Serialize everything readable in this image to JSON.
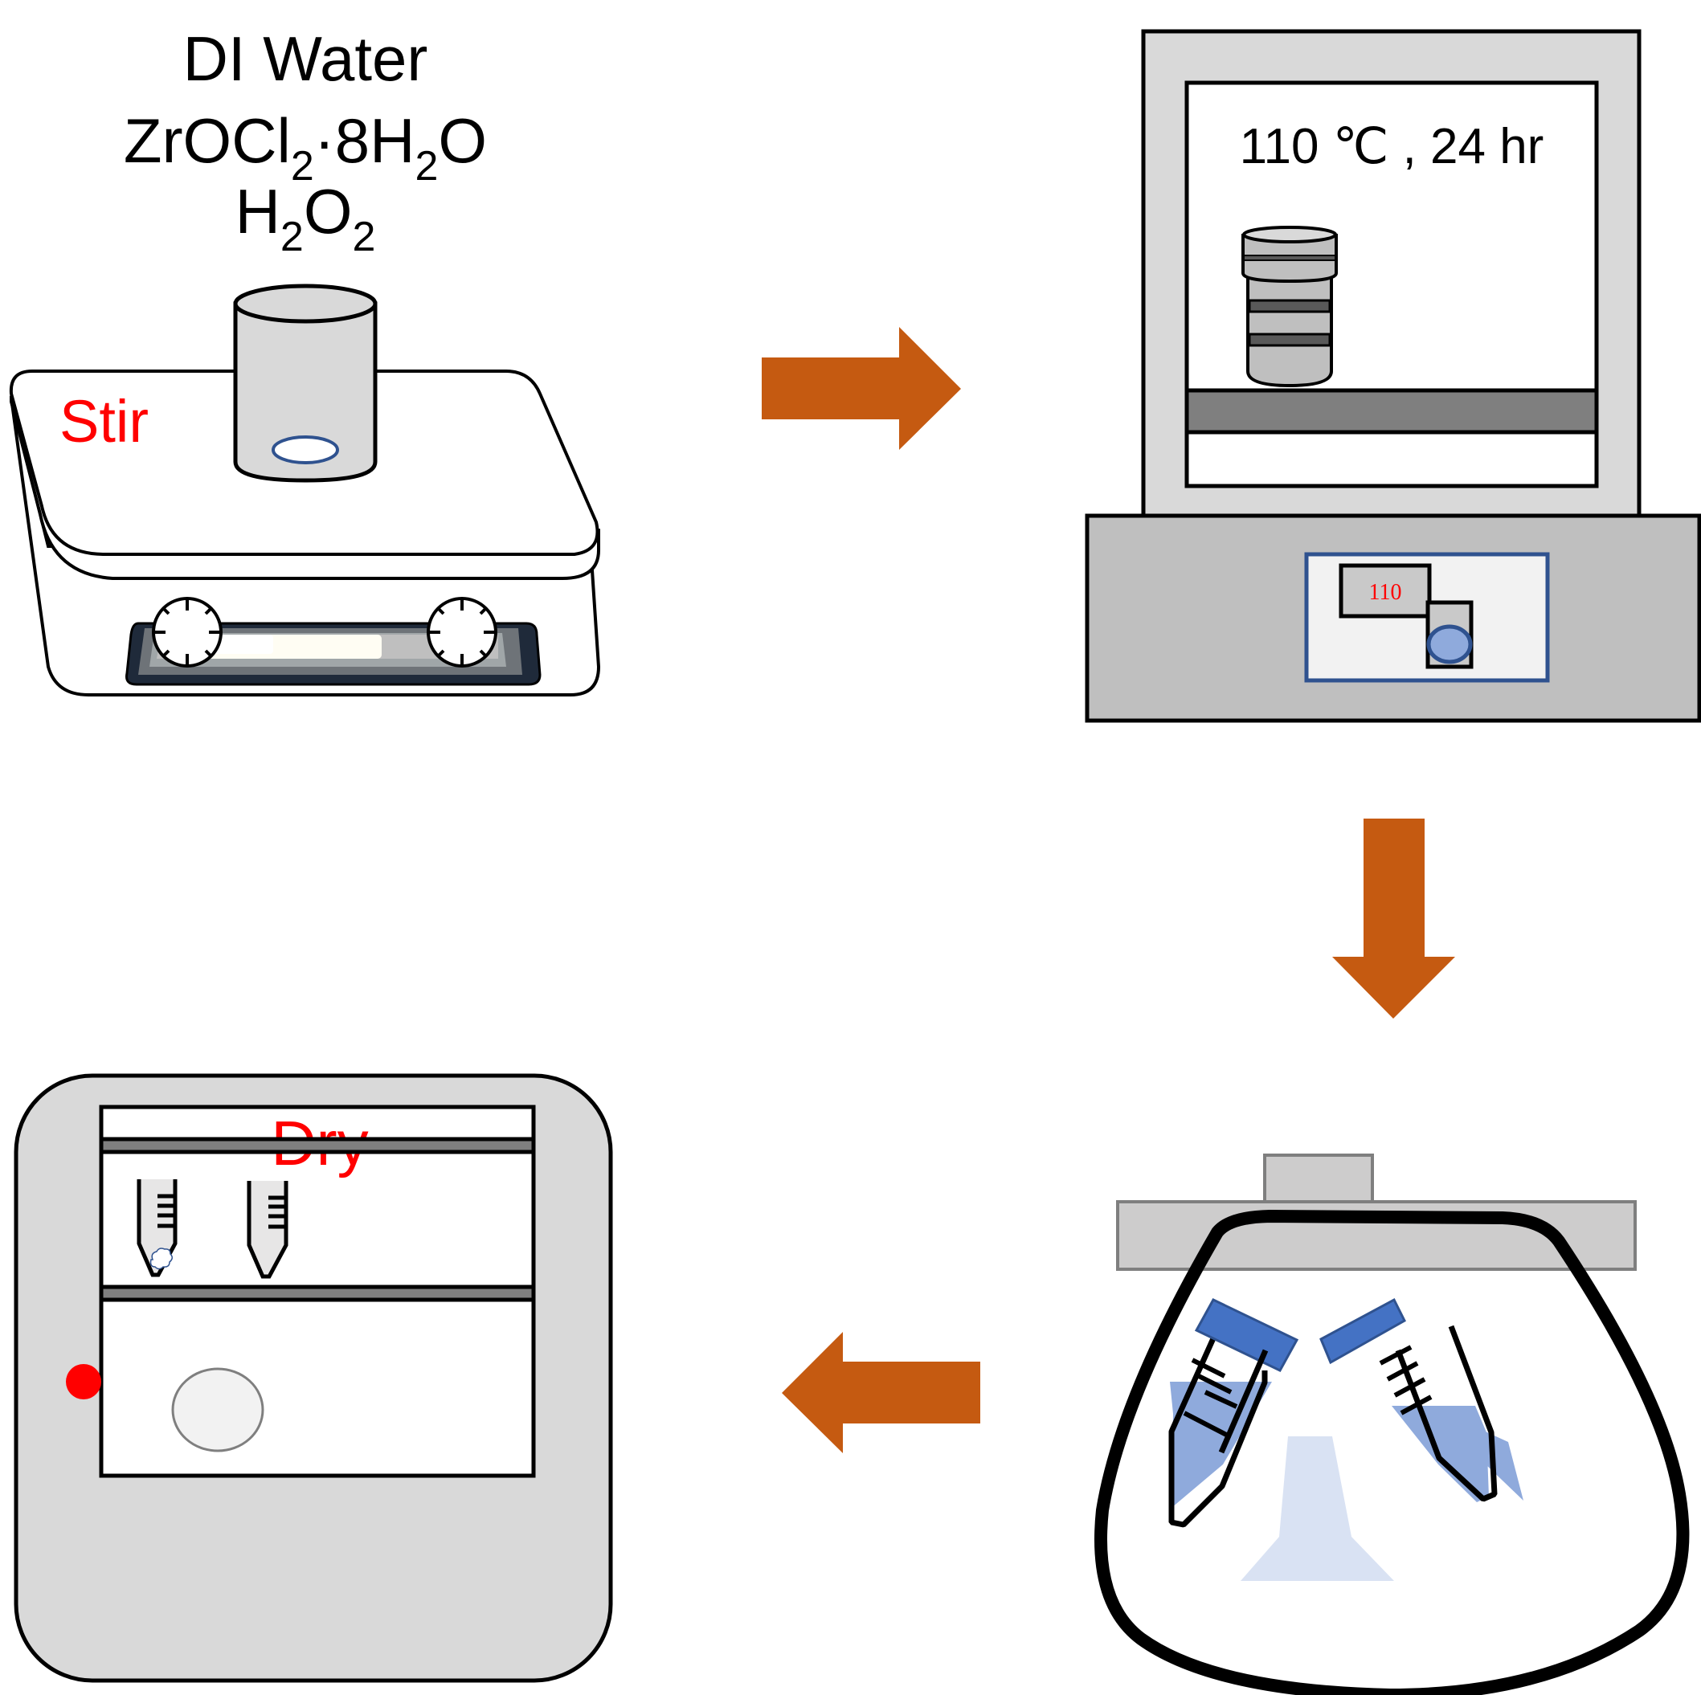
{
  "diagram": {
    "type": "process-flow",
    "steps": [
      {
        "id": "stir",
        "label": "Stir",
        "equipment": "magnetic stirrer hotplate with beaker",
        "reagents": [
          {
            "base": "DI Water",
            "parts": [
              {
                "t": "DI Water",
                "sub": false
              }
            ]
          },
          {
            "base": "ZrOCl2·8H2O",
            "parts": [
              {
                "t": "ZrOCl",
                "sub": false
              },
              {
                "t": "2",
                "sub": true
              },
              {
                "t": "·8H",
                "sub": false
              },
              {
                "t": "2",
                "sub": true
              },
              {
                "t": "O",
                "sub": false
              }
            ]
          },
          {
            "base": "H2O2",
            "parts": [
              {
                "t": "H",
                "sub": false
              },
              {
                "t": "2",
                "sub": true
              },
              {
                "t": "O",
                "sub": false
              },
              {
                "t": "2",
                "sub": true
              }
            ]
          }
        ]
      },
      {
        "id": "hydrothermal",
        "label": "110 ℃ , 24 hr",
        "equipment": "oven with autoclave",
        "display_value": "110"
      },
      {
        "id": "centrifuge",
        "label": "",
        "equipment": "centrifuge with two tubes"
      },
      {
        "id": "dry",
        "label": "Dry",
        "equipment": "drying oven with two tubes"
      }
    ],
    "flow": [
      "stir",
      "hydrothermal",
      "centrifuge",
      "dry"
    ],
    "arrows": [
      {
        "from": "stir",
        "to": "hydrothermal",
        "direction": "right"
      },
      {
        "from": "hydrothermal",
        "to": "centrifuge",
        "direction": "down"
      },
      {
        "from": "centrifuge",
        "to": "dry",
        "direction": "left"
      }
    ],
    "colors": {
      "arrow": "#C55A11",
      "label_red": "#FF0000",
      "liquid_blue": "#8FAADC",
      "cap_blue": "#4472C4",
      "panel_border": "#2F528F",
      "light_gray": "#D9D9D9",
      "mid_gray": "#BFBFBF",
      "dark_gray": "#7F7F7F"
    }
  }
}
